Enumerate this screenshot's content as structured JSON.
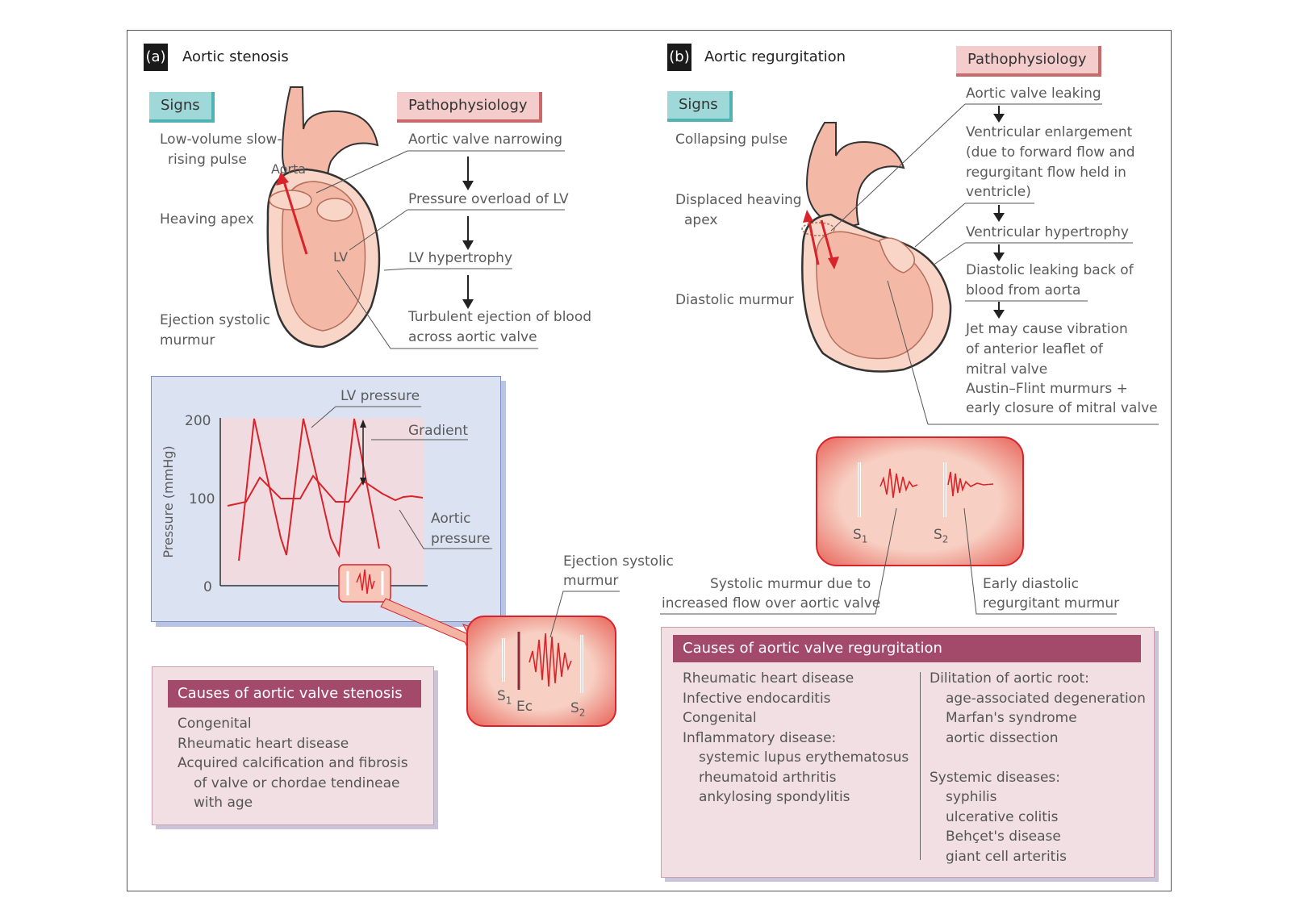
{
  "panel_a": {
    "letter": "(a)",
    "title": "Aortic stenosis",
    "signs_label": "Signs",
    "patho_label": "Pathophysiology",
    "signs": [
      "Low-volume slow-",
      "rising pulse",
      "Heaving apex",
      "Ejection systolic",
      "murmur"
    ],
    "heart_labels": {
      "aorta": "Aorta",
      "lv": "LV"
    },
    "patho_steps": [
      "Aortic valve narrowing",
      "Pressure overload of LV",
      "LV hypertrophy",
      "Turbulent ejection of blood",
      "across aortic valve"
    ],
    "graph": {
      "y_axis_label": "Pressure (mmHg)",
      "y_ticks": [
        "200",
        "100",
        "0"
      ],
      "lv_pressure_label": "LV pressure",
      "gradient_label": "Gradient",
      "aortic_pressure_label": [
        "Aortic",
        "pressure"
      ]
    },
    "murmur_box": {
      "caption": [
        "Ejection systolic",
        "murmur"
      ],
      "s1": "S",
      "s1_sub": "1",
      "ec": "Ec",
      "s2": "S",
      "s2_sub": "2"
    },
    "causes_title": "Causes of aortic valve stenosis",
    "causes": [
      "Congenital",
      "Rheumatic heart disease",
      "Acquired calcification and fibrosis",
      "of valve or chordae tendineae",
      "with age"
    ]
  },
  "panel_b": {
    "letter": "(b)",
    "title": "Aortic regurgitation",
    "signs_label": "Signs",
    "patho_label": "Pathophysiology",
    "signs": [
      "Collapsing pulse",
      "Displaced heaving",
      "apex",
      "Diastolic murmur"
    ],
    "patho_steps": [
      "Aortic valve leaking",
      "Ventricular enlargement",
      "(due to forward flow and",
      "regurgitant flow held in",
      "ventricle)",
      "Ventricular hypertrophy",
      "Diastolic leaking back of",
      "blood from aorta",
      "Jet may cause vibration",
      "of anterior leaflet of",
      "mitral valve",
      "Austin–Flint murmurs +",
      "early closure of mitral valve"
    ],
    "murmur_box": {
      "s1": "S",
      "s1_sub": "1",
      "s2": "S",
      "s2_sub": "2",
      "systolic_caption": [
        "Systolic murmur due to",
        "increased flow over aortic valve"
      ],
      "diastolic_caption": [
        "Early diastolic",
        "regurgitant murmur"
      ]
    },
    "causes_title": "Causes of aortic valve regurgitation",
    "causes_left": [
      "Rheumatic heart disease",
      "Infective endocarditis",
      "Congenital",
      "Inflammatory disease:",
      "systemic lupus erythematosus",
      "rheumatoid arthritis",
      "ankylosing spondylitis"
    ],
    "causes_right": [
      "Dilitation of aortic root:",
      "age-associated degeneration",
      "Marfan's syndrome",
      "aortic dissection",
      "",
      "Systemic diseases:",
      "syphilis",
      "ulcerative colitis",
      "Behçet's disease",
      "giant cell arteritis"
    ]
  },
  "colors": {
    "heart_fill": "#f3b9a6",
    "heart_light": "#f8d5c7",
    "arrow_red": "#d9232a",
    "signs_tag": "#9fd8d8",
    "patho_tag": "#f4cccc",
    "graph_bg": "#dbe3f3",
    "causes_head": "#a34a6a",
    "causes_bg": "#f1dfe4"
  }
}
